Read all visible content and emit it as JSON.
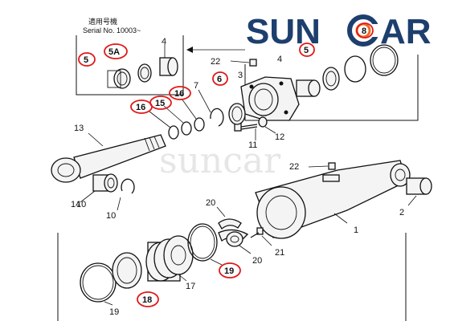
{
  "brand": {
    "logo_text_left": "SUN",
    "logo_text_right": "AR",
    "color_navy": "#1d3f6e",
    "color_orange": "#f26a21",
    "watermark": "suncar"
  },
  "note": {
    "line1": "適用号機",
    "line2": "Serial  No.  10003~"
  },
  "highlight_color": "#e01818",
  "callouts": {
    "c1": "1",
    "c2": "2",
    "c3": "3",
    "c4a": "4",
    "c4b": "4",
    "c5a": "5",
    "c5b": "5",
    "c5A": "5A",
    "c6": "6",
    "c7": "7",
    "c8": "8",
    "c10": "10",
    "c11": "11",
    "c12": "12",
    "c13": "13",
    "c14": "14",
    "c15": "15",
    "c16a": "16",
    "c16b": "16",
    "c17": "17",
    "c18": "18",
    "c19a": "19",
    "c19b": "19",
    "c20a": "20",
    "c20b": "20",
    "c21": "21",
    "c22a": "22",
    "c22b": "22"
  }
}
